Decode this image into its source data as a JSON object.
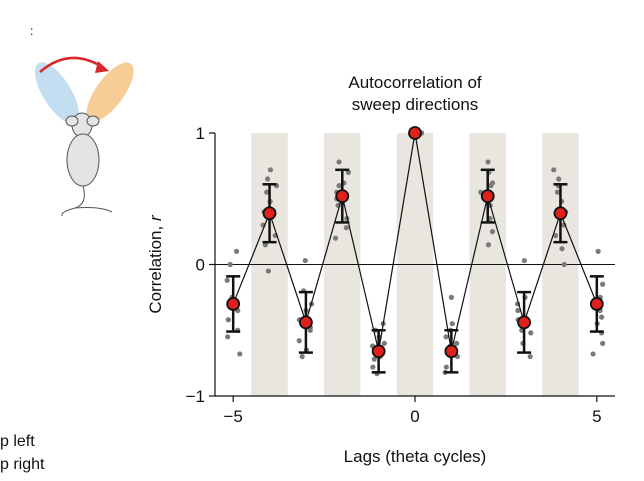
{
  "side_labels": [
    "p left",
    "p right"
  ],
  "chart_data": {
    "type": "scatter",
    "title": [
      "Autocorrelation of",
      "sweep directions"
    ],
    "xlabel": "Lags (theta cycles)",
    "ylabel": [
      "Correlation, ",
      "r"
    ],
    "xlim": [
      -5.5,
      5.5
    ],
    "ylim": [
      -1,
      1
    ],
    "xticks": [
      -5,
      0,
      5
    ],
    "xtick_labels": [
      "−5",
      "0",
      "5"
    ],
    "yticks": [
      -1,
      0,
      1
    ],
    "ytick_labels": [
      "−1",
      "0",
      "1"
    ],
    "shaded_lags": [
      -4,
      -2,
      0,
      2,
      4
    ],
    "colors": {
      "shade": "#e9e6df",
      "points": "#7a7a7a",
      "mean_fill": "#e0201b",
      "line": "#111111",
      "arrow": "#d7262c",
      "left_lobe": "#bcd9ef",
      "right_lobe": "#f6c68c"
    },
    "series": [
      {
        "lags": [
          -5,
          -4,
          -3,
          -2,
          -1,
          0,
          1,
          2,
          3,
          4,
          5
        ],
        "mean": [
          -0.3,
          0.39,
          -0.44,
          0.52,
          -0.66,
          1.0,
          -0.66,
          0.52,
          -0.44,
          0.39,
          -0.3
        ],
        "err": [
          0.21,
          0.22,
          0.23,
          0.2,
          0.16,
          0.0,
          0.16,
          0.2,
          0.23,
          0.22,
          0.21
        ]
      }
    ],
    "points": [
      [
        -5,
        [
          0.1,
          -0.12,
          -0.25,
          -0.35,
          -0.42,
          -0.5,
          -0.55,
          -0.68,
          0.0,
          -0.28
        ]
      ],
      [
        -4,
        [
          0.72,
          0.65,
          0.55,
          0.48,
          0.4,
          0.3,
          0.22,
          0.15,
          -0.05,
          0.6
        ]
      ],
      [
        -3,
        [
          0.03,
          -0.2,
          -0.3,
          -0.42,
          -0.5,
          -0.58,
          -0.65,
          -0.7,
          -0.35,
          -0.48
        ]
      ],
      [
        -2,
        [
          0.78,
          0.7,
          0.62,
          0.55,
          0.45,
          0.35,
          0.28,
          0.2,
          0.5,
          0.6
        ]
      ],
      [
        -1,
        [
          -0.45,
          -0.55,
          -0.6,
          -0.68,
          -0.72,
          -0.78,
          -0.83,
          -0.62,
          -0.7,
          -0.5
        ]
      ],
      [
        0,
        [
          1.0,
          1.0,
          1.0,
          1.0,
          1.0,
          1.0
        ]
      ],
      [
        1,
        [
          -0.25,
          -0.45,
          -0.55,
          -0.62,
          -0.7,
          -0.78,
          -0.82,
          -0.6,
          -0.68,
          -0.5
        ]
      ],
      [
        2,
        [
          0.78,
          0.7,
          0.62,
          0.55,
          0.45,
          0.35,
          0.25,
          0.15,
          0.5,
          0.6
        ]
      ],
      [
        3,
        [
          0.03,
          -0.25,
          -0.35,
          -0.45,
          -0.52,
          -0.6,
          -0.7,
          -0.42,
          -0.5,
          -0.3
        ]
      ],
      [
        4,
        [
          0.72,
          0.65,
          0.55,
          0.48,
          0.4,
          0.3,
          0.22,
          0.12,
          0.0,
          0.6
        ]
      ],
      [
        5,
        [
          0.1,
          -0.15,
          -0.25,
          -0.35,
          -0.45,
          -0.52,
          -0.6,
          -0.68,
          -0.3,
          -0.4
        ]
      ]
    ]
  }
}
